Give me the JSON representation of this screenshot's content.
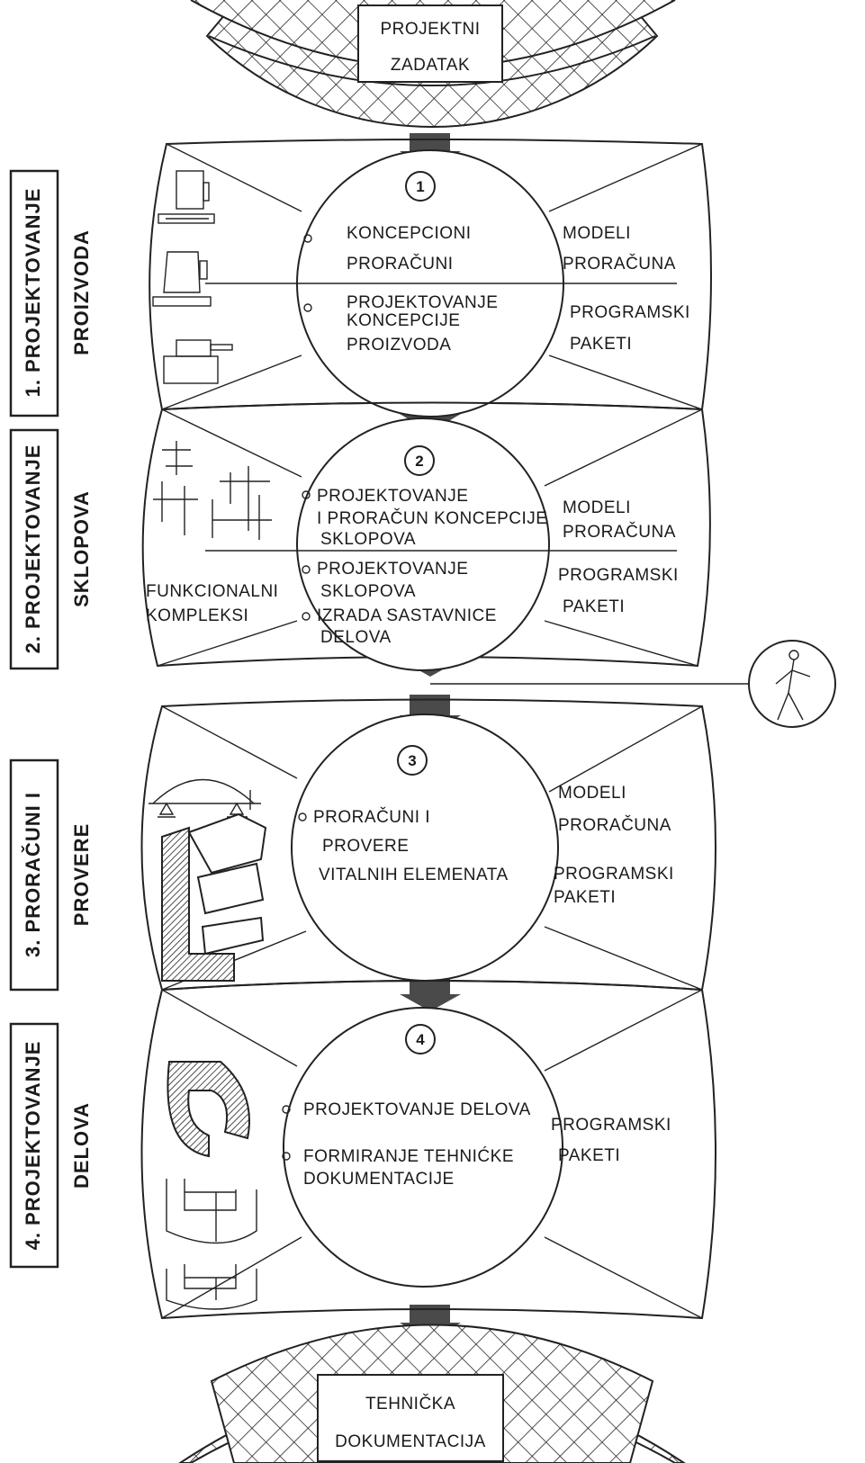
{
  "top_box": [
    "PROJEKTNI",
    "ZADATAK"
  ],
  "bottom_box": [
    "TEHNIČKA",
    "DOKUMENTACIJA"
  ],
  "stages": [
    {
      "side": [
        "1. PROJEKTOVANJE",
        "PROIZVODA"
      ],
      "number": "1",
      "center": [
        "KONCEPCIONI",
        "PRORAČUNI",
        "PROJEKTOVANJE",
        "KONCEPCIJE",
        "PROIZVODA"
      ],
      "right": [
        "MODELI",
        "PRORAČUNA",
        "PROGRAMSKI",
        "PAKETI"
      ]
    },
    {
      "side": [
        "2. PROJEKTOVANJE",
        "SKLOPOVA"
      ],
      "number": "2",
      "center": [
        "PROJEKTOVANJE",
        "I PRORAČUN KONCEPCIJE",
        "SKLOPOVA",
        "PROJEKTOVANJE",
        "SKLOPOVA",
        "IZRADA SASTAVNICE",
        "DELOVA"
      ],
      "left": [
        "FUNKCIONALNI",
        "KOMPLEKSI"
      ],
      "right": [
        "MODELI",
        "PRORAČUNA",
        "PROGRAMSKI",
        "PAKETI"
      ]
    },
    {
      "side": [
        "3. PRORAČUNI I",
        "PROVERE"
      ],
      "number": "3",
      "center": [
        "PRORAČUNI I",
        "PROVERE",
        "VITALNIH ELEMENATA"
      ],
      "right": [
        "MODELI",
        "PRORAČUNA",
        "PROGRAMSKI",
        "PAKETI"
      ]
    },
    {
      "side": [
        "4. PROJEKTOVANJE",
        "DELOVA"
      ],
      "number": "4",
      "center": [
        "PROJEKTOVANJE DELOVA",
        "FORMIRANJE TEHNIĆKE",
        "DOKUMENTACIJE"
      ],
      "right": [
        "PROGRAMSKI",
        "PAKETI"
      ]
    }
  ],
  "colors": {
    "ink": "#222222",
    "arrow": "#4a4a4a",
    "paper": "#ffffff"
  },
  "icons": [
    "workstation-icon",
    "monitor-icon",
    "plotter-icon",
    "gear-shaft-icon",
    "beam-icon",
    "housing-icon",
    "part-c-icon",
    "part-u-icon",
    "designer-figure-icon"
  ]
}
